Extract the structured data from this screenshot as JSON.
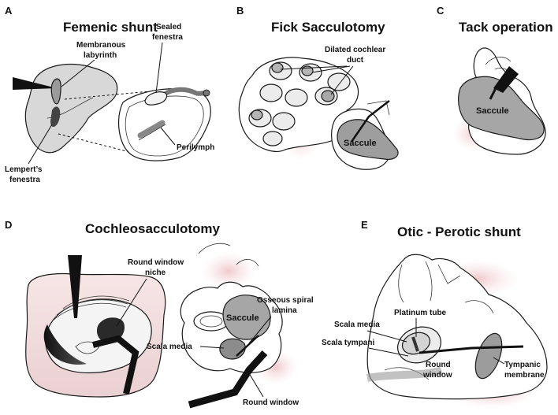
{
  "panels": {
    "a": {
      "letter": "A",
      "title": "Femenic shunt",
      "labels": {
        "membranous_labyrinth": [
          "Membranous",
          "labyrinth"
        ],
        "sealed_fenestra": [
          "Sealed",
          "fenestra"
        ],
        "perilymph": "Perilymph",
        "lemperts_fenestra": [
          "Lempert’s",
          "fenestra"
        ]
      }
    },
    "b": {
      "letter": "B",
      "title": "Fick Sacculotomy",
      "labels": {
        "dilated_cochlear_duct": [
          "Dilated cochlear",
          "duct"
        ],
        "saccule": "Saccule"
      }
    },
    "c": {
      "letter": "C",
      "title": "Tack operation",
      "labels": {
        "saccule": "Saccule"
      }
    },
    "d": {
      "letter": "D",
      "title": "Cochleosacculotomy",
      "labels": {
        "round_window_niche": [
          "Round window",
          "niche"
        ],
        "saccule": "Saccule",
        "osseous_spiral_lamina": [
          "Osseous spiral",
          "lamina"
        ],
        "scala_media": "Scala media",
        "round_window": "Round window"
      }
    },
    "e": {
      "letter": "E",
      "title": "Otic - Perotic shunt",
      "labels": {
        "platinum_tube": "Platinum tube",
        "scala_media": "Scala media",
        "scala_tympani": "Scala tympani",
        "round_window": [
          "Round",
          "window"
        ],
        "tympanic_membrane": [
          "Tympanic",
          "membrane"
        ]
      }
    }
  },
  "colors": {
    "light_fill": "#e6e6e6",
    "mid_fill": "#bdbdbd",
    "dark_fill": "#7c7c7c",
    "blush": "#f3d5d8",
    "outline": "#1a1a1a"
  }
}
